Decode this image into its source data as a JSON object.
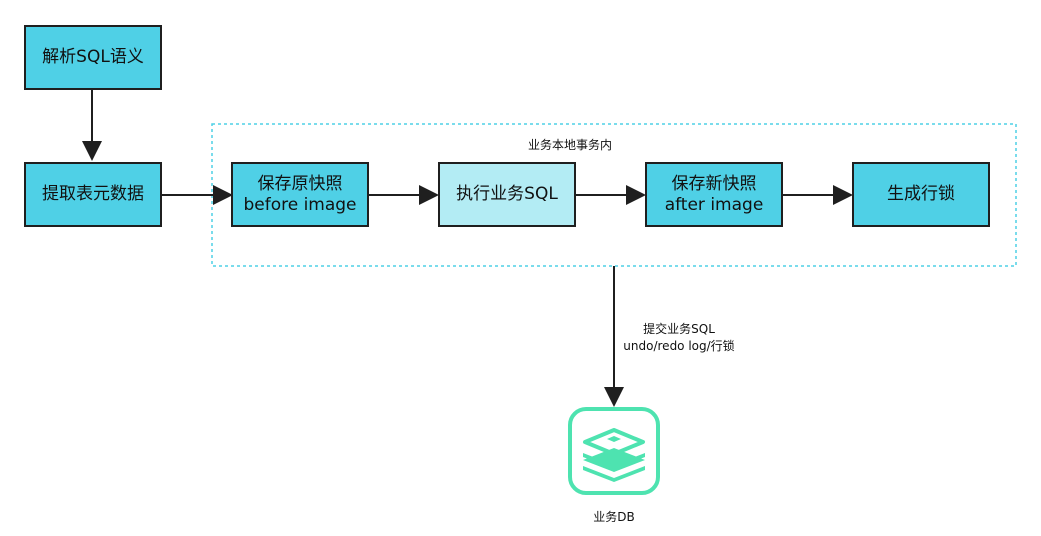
{
  "nodes": {
    "parse": "解析SQL语义",
    "extract": "提取表元数据",
    "save_before_line1": "保存原快照",
    "save_before_line2": "before image",
    "execute": "执行业务SQL",
    "save_after_line1": "保存新快照",
    "save_after_line2": "after image",
    "row_lock": "生成行锁"
  },
  "group": {
    "label": "业务本地事务内"
  },
  "edge_label": {
    "line1": "提交业务SQL",
    "line2": "undo/redo log/行锁"
  },
  "db": {
    "label": "业务DB",
    "icon": "database-icon"
  },
  "colors": {
    "primary_fill": "#4fd0e6",
    "light_fill": "#b3ecf4",
    "group_border": "#4fd0e6",
    "db_icon": "#4ee3b0"
  }
}
